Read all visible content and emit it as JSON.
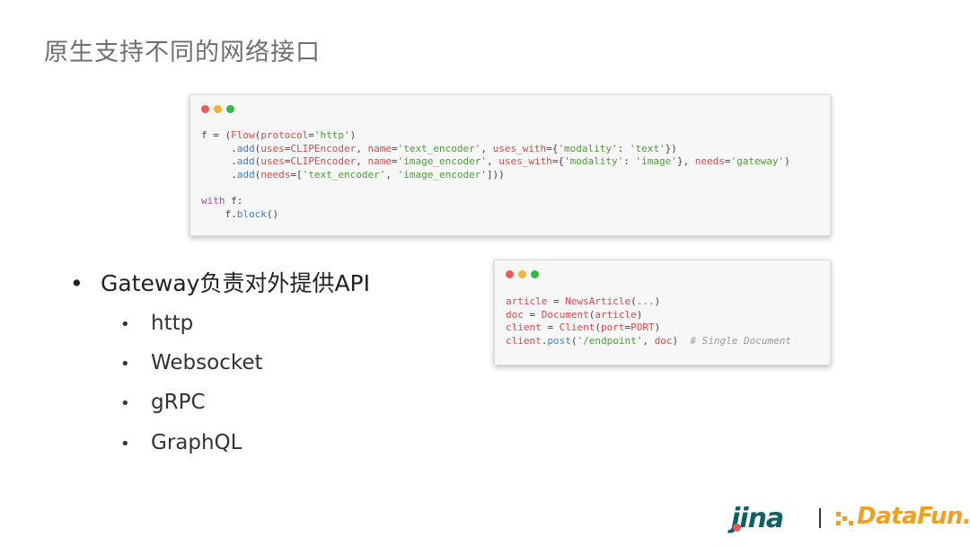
{
  "title": "原生支持不同的网络接口",
  "code_block_1": {
    "lines": [
      [
        [
          "f = (",
          ""
        ],
        [
          "Flow",
          "cls"
        ],
        [
          "(",
          ""
        ],
        [
          "protocol",
          "var"
        ],
        [
          "=",
          ""
        ],
        [
          "'http'",
          "str"
        ],
        [
          ")",
          ""
        ]
      ],
      [
        [
          "     .",
          ""
        ],
        [
          "add",
          "fn"
        ],
        [
          "(",
          ""
        ],
        [
          "uses",
          "var"
        ],
        [
          "=",
          ""
        ],
        [
          "CLIPEncoder",
          "cls"
        ],
        [
          ", ",
          ""
        ],
        [
          "name",
          "var"
        ],
        [
          "=",
          ""
        ],
        [
          "'text_encoder'",
          "str"
        ],
        [
          ", ",
          ""
        ],
        [
          "uses_with",
          "var"
        ],
        [
          "={",
          ""
        ],
        [
          "'modality'",
          "str"
        ],
        [
          ": ",
          ""
        ],
        [
          "'text'",
          "str"
        ],
        [
          "})",
          ""
        ]
      ],
      [
        [
          "     .",
          ""
        ],
        [
          "add",
          "fn"
        ],
        [
          "(",
          ""
        ],
        [
          "uses",
          "var"
        ],
        [
          "=",
          ""
        ],
        [
          "CLIPEncoder",
          "cls"
        ],
        [
          ", ",
          ""
        ],
        [
          "name",
          "var"
        ],
        [
          "=",
          ""
        ],
        [
          "'image_encoder'",
          "str"
        ],
        [
          ", ",
          ""
        ],
        [
          "uses_with",
          "var"
        ],
        [
          "={",
          ""
        ],
        [
          "'modality'",
          "str"
        ],
        [
          ": ",
          ""
        ],
        [
          "'image'",
          "str"
        ],
        [
          "}, ",
          ""
        ],
        [
          "needs",
          "var"
        ],
        [
          "=",
          ""
        ],
        [
          "'gateway'",
          "str"
        ],
        [
          ")",
          ""
        ]
      ],
      [
        [
          "     .",
          ""
        ],
        [
          "add",
          "fn"
        ],
        [
          "(",
          ""
        ],
        [
          "needs",
          "var"
        ],
        [
          "=[",
          ""
        ],
        [
          "'text_encoder'",
          "str"
        ],
        [
          ", ",
          ""
        ],
        [
          "'image_encoder'",
          "str"
        ],
        [
          "]))",
          ""
        ]
      ],
      [
        [
          "",
          ""
        ]
      ],
      [
        [
          "with",
          "kw"
        ],
        [
          " f:",
          ""
        ]
      ],
      [
        [
          "    f.",
          ""
        ],
        [
          "block",
          "fn"
        ],
        [
          "()",
          ""
        ]
      ]
    ]
  },
  "code_block_2": {
    "lines": [
      [
        [
          "article",
          "var"
        ],
        [
          " = ",
          ""
        ],
        [
          "NewsArticle",
          "cls"
        ],
        [
          "(",
          ""
        ],
        [
          "...",
          "fn"
        ],
        [
          ")",
          ""
        ]
      ],
      [
        [
          "doc",
          "var"
        ],
        [
          " = ",
          ""
        ],
        [
          "Document",
          "cls"
        ],
        [
          "(",
          ""
        ],
        [
          "article",
          "var"
        ],
        [
          ")",
          ""
        ]
      ],
      [
        [
          "client",
          "var"
        ],
        [
          " = ",
          ""
        ],
        [
          "Client",
          "cls"
        ],
        [
          "(",
          ""
        ],
        [
          "port",
          "var"
        ],
        [
          "=",
          ""
        ],
        [
          "PORT",
          "cls"
        ],
        [
          ")",
          ""
        ]
      ],
      [
        [
          "client",
          "var"
        ],
        [
          ".",
          ""
        ],
        [
          "post",
          "fn"
        ],
        [
          "(",
          ""
        ],
        [
          "'/endpoint'",
          "str"
        ],
        [
          ", ",
          ""
        ],
        [
          "doc",
          "var"
        ],
        [
          ")  ",
          ""
        ],
        [
          "# Single Document",
          "cm"
        ]
      ]
    ]
  },
  "window_dots": [
    "#ec5b56",
    "#f0b43a",
    "#33b845"
  ],
  "bullets": {
    "main": "Gateway负责对外提供API",
    "mark": "•",
    "sub": [
      "http",
      "Websocket",
      "gRPC",
      "GraphQL"
    ]
  },
  "logos": {
    "jina": "jina",
    "separator": "|",
    "datafun": "DataFun."
  },
  "colors": {
    "title": "#6f6f6f",
    "jina": "#0f5f66",
    "datafun": "#f0a020"
  }
}
